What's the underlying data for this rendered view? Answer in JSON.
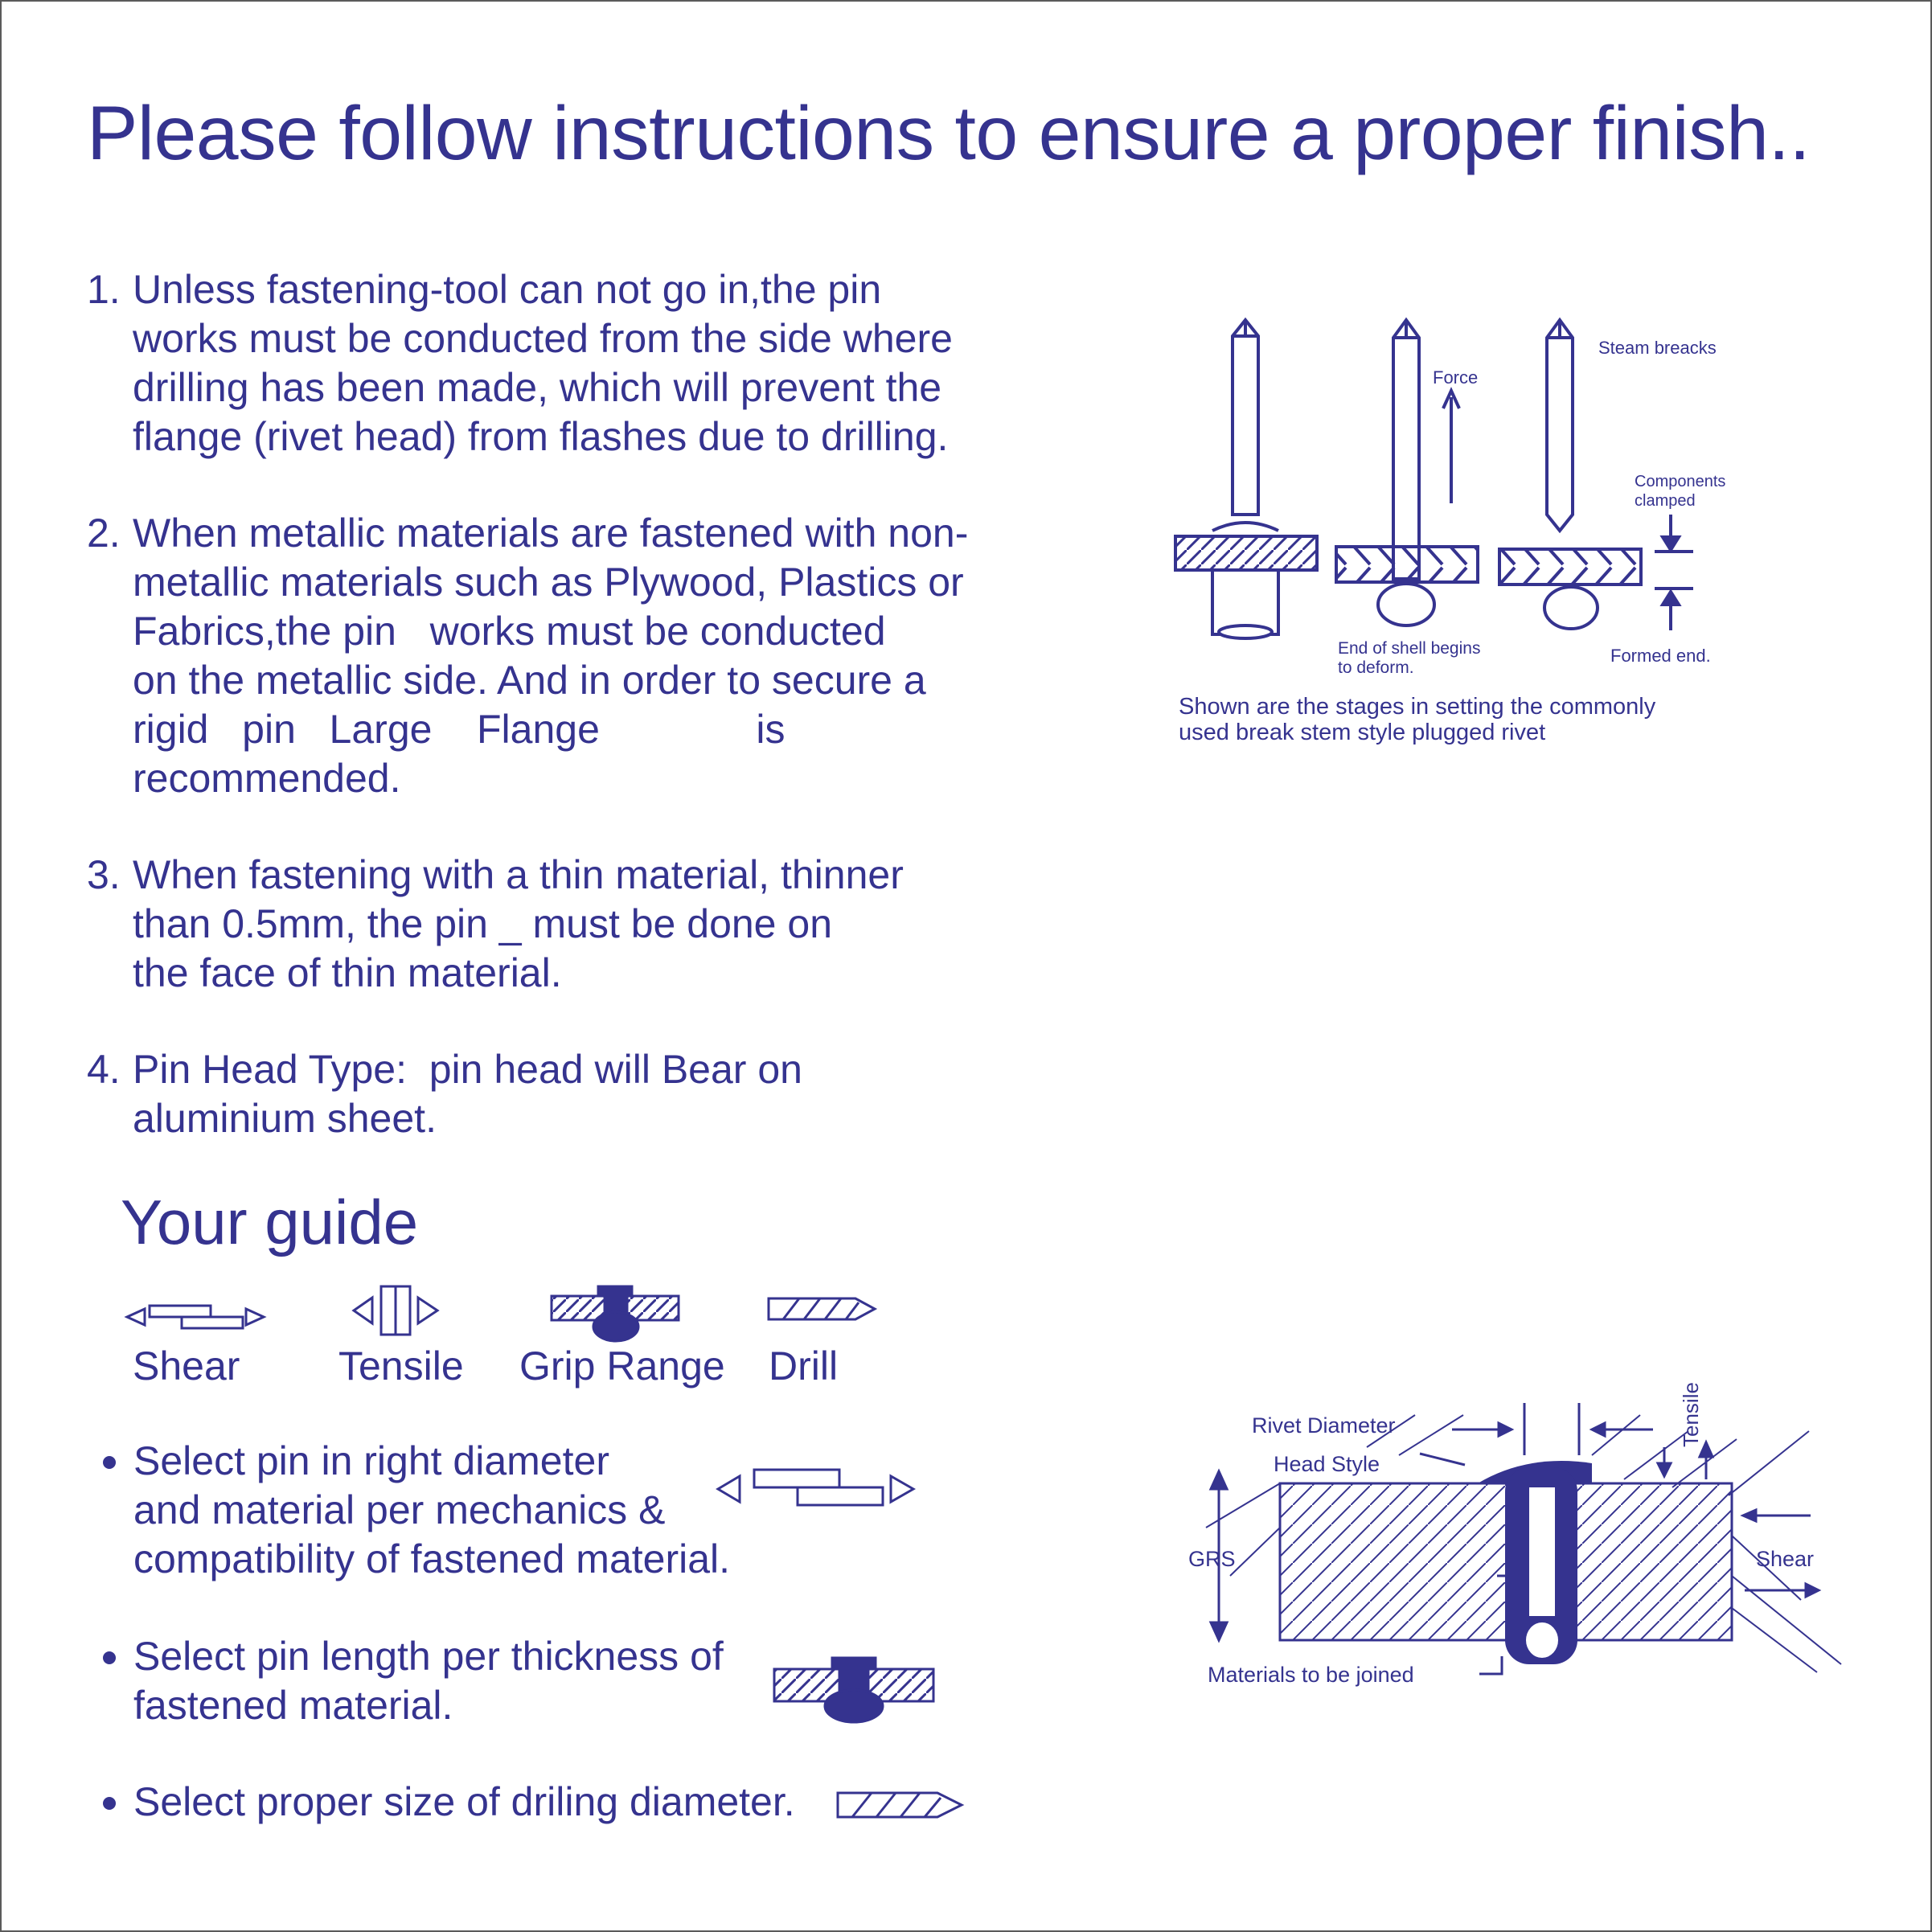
{
  "theme": {
    "ink": "#35338f",
    "background": "#ffffff",
    "border": "#5a5a5a"
  },
  "title": "Please follow instructions to ensure a proper finish..",
  "steps": [
    {
      "num": "1.",
      "lines": [
        "Unless fastening-tool can not go in,the pin",
        "works must be conducted from the side where",
        "drilling has been made, which will prevent the",
        "flange (rivet head) from flashes due to drilling."
      ]
    },
    {
      "num": "2.",
      "lines": [
        "When metallic materials are fastened with non-",
        "metallic materials such as Plywood, Plastics or",
        "Fabrics,the pin   works must be conducted",
        "on the metallic side. And in order to secure a",
        "rigid   pin   Large    Flange              is",
        "recommended."
      ]
    },
    {
      "num": "3.",
      "lines": [
        "When fastening with a thin material, thinner",
        "than 0.5mm, the pin _ must be done on",
        "the face of thin material."
      ]
    },
    {
      "num": "4.",
      "lines": [
        "Pin Head Type:  pin head will Bear on",
        "aluminium sheet."
      ]
    }
  ],
  "stages_diagram": {
    "labels": {
      "force": "Force",
      "steam_breaks": "Steam breacks",
      "components_clamped": [
        "Components",
        "clamped"
      ],
      "shell_deform": [
        "End of shell begins",
        "to deform."
      ],
      "formed_end": "Formed end."
    },
    "caption": [
      "Shown are the stages in setting the commonly",
      "used break stem style plugged rivet"
    ]
  },
  "guide": {
    "title": "Your guide",
    "legend": [
      {
        "icon": "shear-icon",
        "label": "Shear"
      },
      {
        "icon": "tensile-icon",
        "label": "Tensile"
      },
      {
        "icon": "grip-range-icon",
        "label": "Grip Range"
      },
      {
        "icon": "drill-icon",
        "label": "Drill"
      }
    ],
    "bullets": [
      {
        "icon": "shear-icon",
        "lines": [
          "Select pin in right diameter",
          "and material per mechanics &",
          "compatibility of fastened material."
        ]
      },
      {
        "icon": "grip-range-icon",
        "lines": [
          "Select pin length per thickness of",
          "fastened material."
        ]
      },
      {
        "icon": "drill-icon",
        "lines": [
          "Select proper size of driling diameter."
        ]
      }
    ]
  },
  "cross_section": {
    "labels": {
      "rivet_diameter": "Rivet Diameter",
      "head_style": "Head Style",
      "tensile": "Tensile",
      "grs": "GRS",
      "shear": "Shear",
      "materials": "Materials to be joined"
    }
  }
}
